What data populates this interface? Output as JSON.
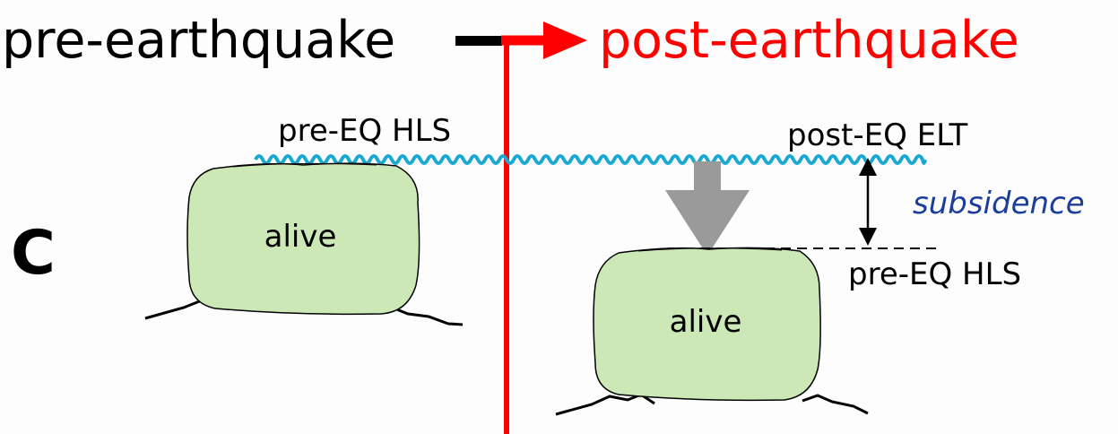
{
  "header": {
    "pre_label": "pre-earthquake",
    "post_label": "post-earthquake"
  },
  "panel": {
    "letter": "C"
  },
  "left": {
    "level_label": "pre-EQ HLS",
    "colony_label": "alive"
  },
  "right": {
    "level_label": "post-EQ ELT",
    "old_level_label": "pre-EQ HLS",
    "colony_label": "alive",
    "change_label": "subsidence"
  },
  "colors": {
    "timeline_red": "#ff0000",
    "water_blue": "#1aa7d0",
    "colony_fill": "#cce8b6",
    "subsidence_blue": "#1c3d9c",
    "shift_arrow_gray": "#9a9a9a"
  }
}
